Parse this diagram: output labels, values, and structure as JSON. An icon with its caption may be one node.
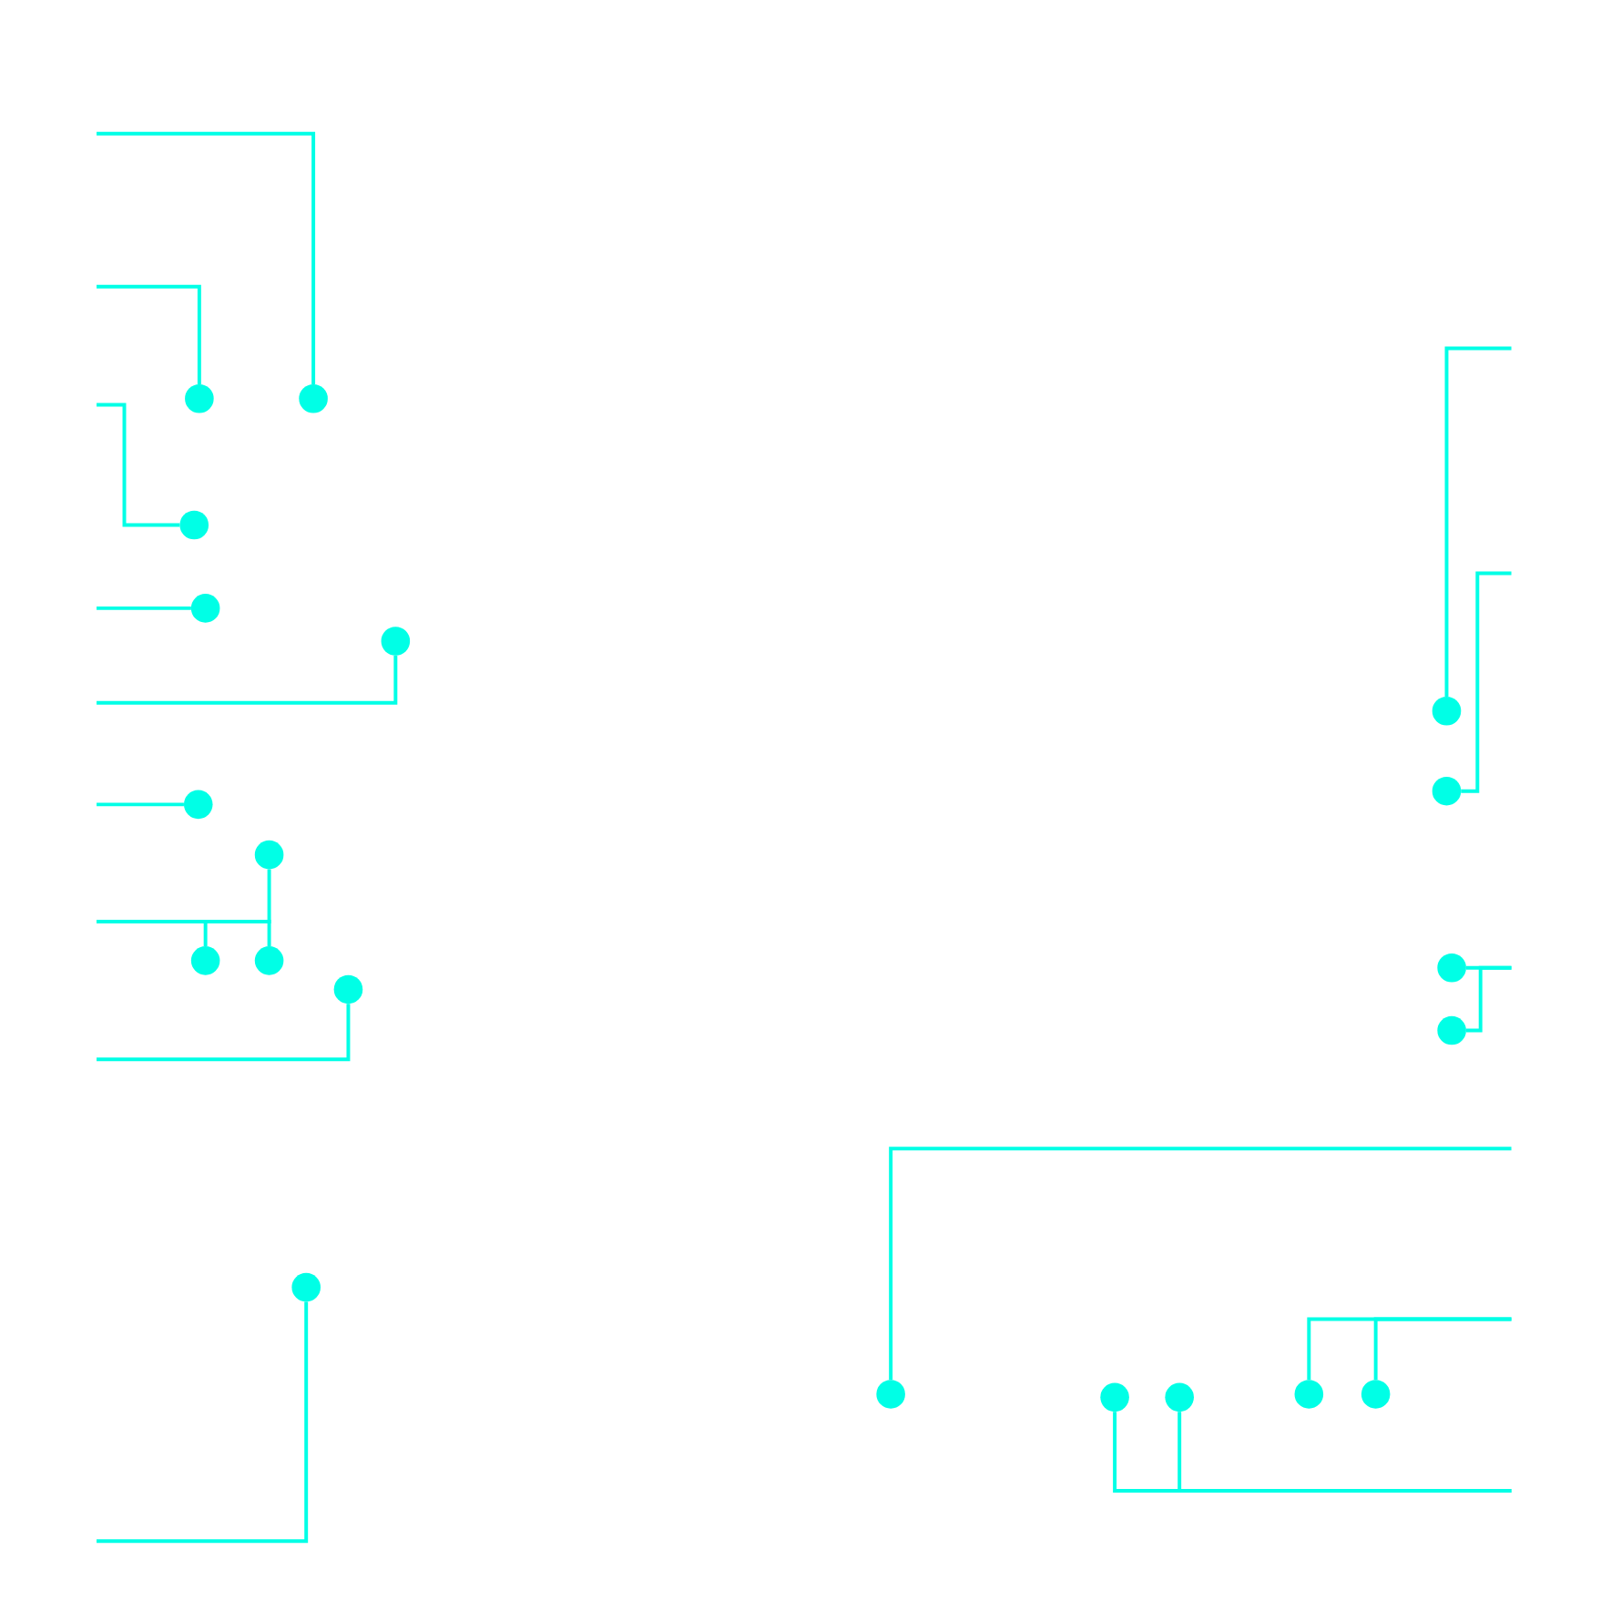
{
  "diagram": {
    "nodes": [
      {
        "text": [],
        "shape": "circle"
      },
      {
        "text": [],
        "shape": "circle"
      },
      {
        "text": [],
        "shape": "circle"
      },
      {
        "text": [],
        "shape": "circle"
      },
      {
        "text": [],
        "shape": "circle"
      },
      {
        "text": [],
        "shape": "circle"
      },
      {
        "text": [],
        "shape": "circle"
      },
      {
        "text": [],
        "shape": "circle"
      },
      {
        "text": [],
        "shape": "circle"
      },
      {
        "text": [],
        "shape": "circle"
      },
      {
        "text": [],
        "shape": "circle"
      },
      {
        "text": [],
        "shape": "circle"
      },
      {
        "text": [],
        "shape": "circle"
      },
      {
        "text": [],
        "shape": "circle"
      },
      {
        "text": [],
        "shape": "circle"
      },
      {
        "text": [],
        "shape": "circle"
      },
      {
        "text": [],
        "shape": "circle"
      },
      {
        "text": [],
        "shape": "circle"
      },
      {
        "text": [],
        "shape": "circle"
      },
      {
        "text": [],
        "shape": "circle"
      }
    ],
    "edges": [
      {
        "from": null,
        "to": 0,
        "arrow": "none"
      },
      {
        "from": null,
        "to": 1,
        "arrow": "none"
      },
      {
        "from": null,
        "to": 2,
        "arrow": "none"
      },
      {
        "from": null,
        "to": 3,
        "arrow": "none"
      },
      {
        "from": null,
        "to": 4,
        "arrow": "none"
      },
      {
        "from": null,
        "to": 5,
        "arrow": "none"
      },
      {
        "from": null,
        "to": 6,
        "arrow": "none"
      },
      {
        "from": null,
        "to": 7,
        "arrow": "none"
      },
      {
        "from": null,
        "to": 8,
        "arrow": "none"
      },
      {
        "from": null,
        "to": 9,
        "arrow": "none"
      },
      {
        "from": null,
        "to": 10,
        "arrow": "none"
      },
      {
        "from": null,
        "to": 11,
        "arrow": "none"
      },
      {
        "from": null,
        "to": 12,
        "arrow": "none"
      },
      {
        "from": null,
        "to": 13,
        "arrow": "none"
      },
      {
        "from": null,
        "to": 14,
        "arrow": "none"
      },
      {
        "from": null,
        "to": 15,
        "arrow": "none"
      },
      {
        "from": null,
        "to": 16,
        "arrow": "none"
      },
      {
        "from": null,
        "to": 17,
        "arrow": "none"
      },
      {
        "from": null,
        "to": 18,
        "arrow": "none"
      },
      {
        "from": null,
        "to": 19,
        "arrow": "none"
      }
    ]
  }
}
